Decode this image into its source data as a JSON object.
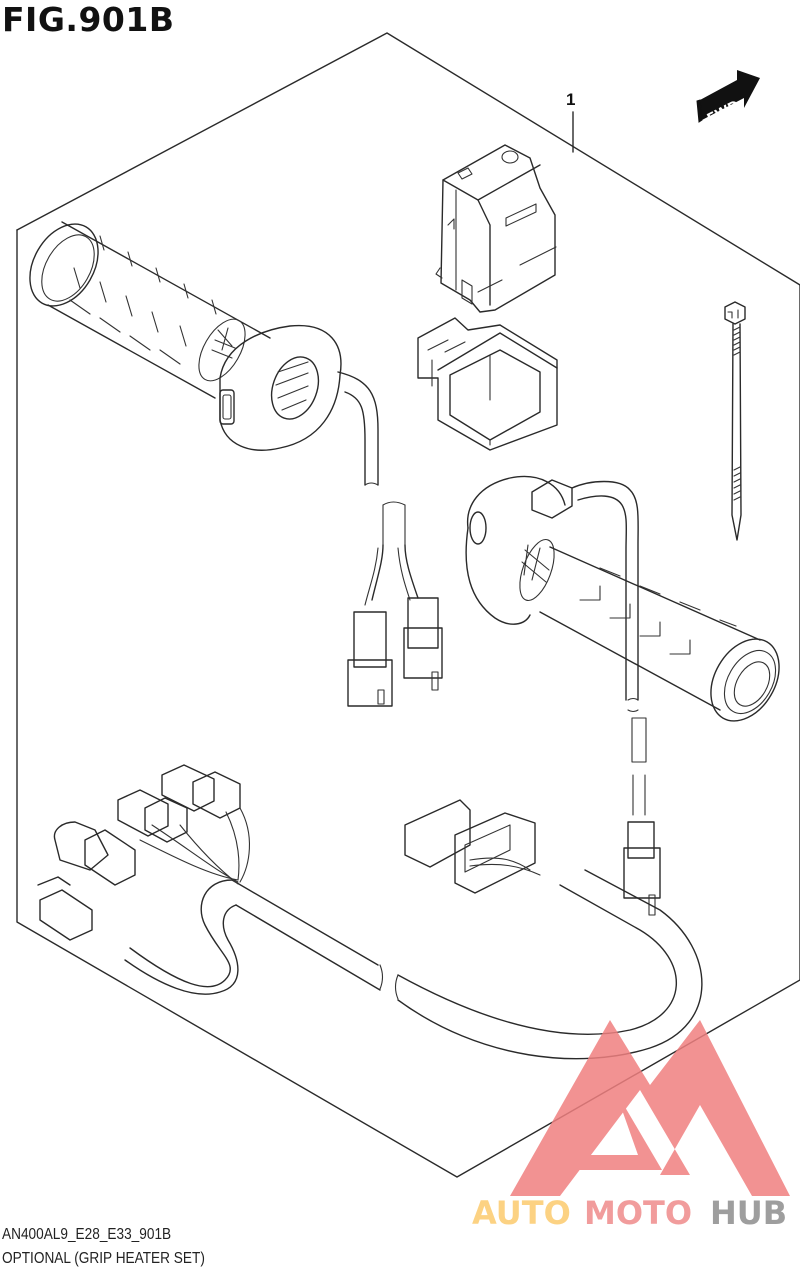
{
  "figure": {
    "title": "FIG.901B",
    "part_reference": "1",
    "direction_label": "FWD"
  },
  "captions": {
    "model_code": "AN400AL9_E28_E33_901B",
    "description": "OPTIONAL (GRIP HEATER SET)"
  },
  "watermark": {
    "text_part1": "AUTO",
    "text_part2": "MOTO",
    "text_part3": "HUB",
    "colors": {
      "logo": "#f08080",
      "auto": "#fccb6e",
      "moto": "#ef8b8b",
      "hub": "#8e8e8e"
    }
  },
  "parts": [
    {
      "name": "left grip heater",
      "icon": "grip-left-icon"
    },
    {
      "name": "right grip heater",
      "icon": "grip-right-icon"
    },
    {
      "name": "controller unit",
      "icon": "controller-icon"
    },
    {
      "name": "controller cover",
      "icon": "cover-icon"
    },
    {
      "name": "cable tie",
      "icon": "cable-tie-icon"
    },
    {
      "name": "wiring harness",
      "icon": "harness-icon"
    }
  ]
}
